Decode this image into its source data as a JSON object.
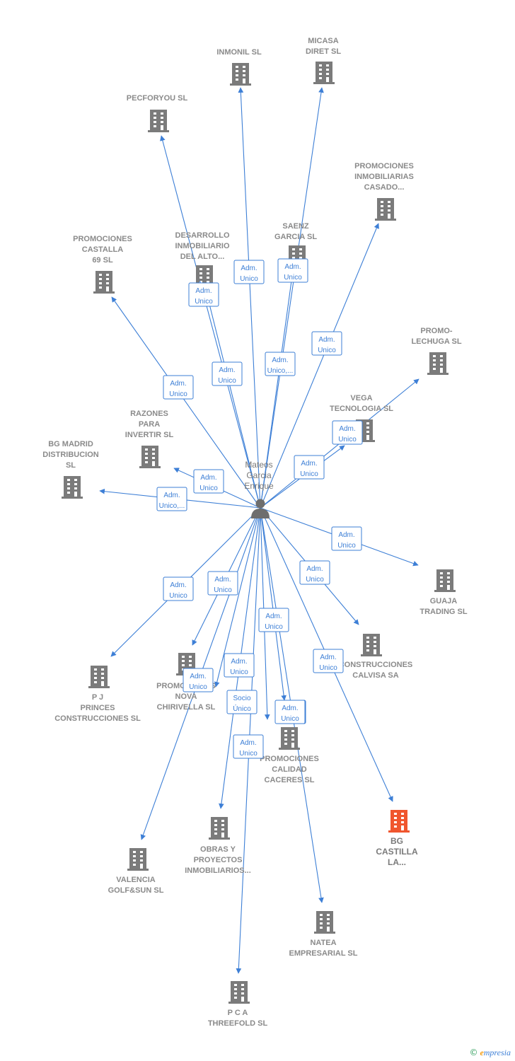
{
  "person": {
    "label": [
      "Mateos",
      "Garcia",
      "Enrique"
    ]
  },
  "colors": {
    "edge": "#3d7fd6",
    "building": "#7b7b7b",
    "highlight": "#f0562e"
  },
  "nodes": [
    {
      "id": "inmonil",
      "label": [
        "INMONIL SL"
      ]
    },
    {
      "id": "micasa",
      "label": [
        "MICASA",
        "DIRET SL"
      ]
    },
    {
      "id": "pecforyou",
      "label": [
        "PECFORYOU SL"
      ]
    },
    {
      "id": "promo-casado",
      "label": [
        "PROMOCIONES",
        "INMOBILIARIAS",
        "CASADO..."
      ]
    },
    {
      "id": "promo-castalla",
      "label": [
        "PROMOCIONES",
        "CASTALLA",
        "69 SL"
      ]
    },
    {
      "id": "desarrollo",
      "label": [
        "DESARROLLO",
        "INMOBILIARIO",
        "DEL ALTO..."
      ]
    },
    {
      "id": "saenz",
      "label": [
        "SAENZ",
        "GARCIA SL"
      ]
    },
    {
      "id": "promo-lechuga",
      "label": [
        "PROMO-",
        "LECHUGA SL"
      ]
    },
    {
      "id": "vega",
      "label": [
        "VEGA",
        "TECNOLOGIA SL"
      ]
    },
    {
      "id": "razones",
      "label": [
        "RAZONES",
        "PARA",
        "INVERTIR SL"
      ]
    },
    {
      "id": "bg-madrid",
      "label": [
        "BG MADRID",
        "DISTRIBUCION",
        "SL"
      ]
    },
    {
      "id": "guaja",
      "label": [
        "GUAJA",
        "TRADING  SL"
      ]
    },
    {
      "id": "calvisa",
      "label": [
        "CONSTRUCCIONES",
        "CALVISA SA"
      ]
    },
    {
      "id": "pj",
      "label": [
        "P J",
        "PRINCES",
        "CONSTRUCCIONES SL"
      ]
    },
    {
      "id": "nova",
      "label": [
        "PROMOCIONES",
        "NOVA",
        "CHIRIVELLA SL"
      ]
    },
    {
      "id": "caceres",
      "label": [
        "PROMOCIONES",
        "CALIDAD",
        "CACERES SL"
      ]
    },
    {
      "id": "bg-castilla",
      "label": [
        "BG",
        "CASTILLA",
        "LA..."
      ],
      "highlight": true
    },
    {
      "id": "obras",
      "label": [
        "OBRAS Y",
        "PROYECTOS",
        "INMOBILIARIOS..."
      ]
    },
    {
      "id": "valencia",
      "label": [
        "VALENCIA",
        "GOLF&SUN SL"
      ]
    },
    {
      "id": "natea",
      "label": [
        "NATEA",
        "EMPRESARIAL SL"
      ]
    },
    {
      "id": "pca",
      "label": [
        "P C A",
        "THREEFOLD SL"
      ]
    }
  ],
  "edges": [
    {
      "target": "inmonil",
      "label": [
        "Adm.",
        "Unico"
      ]
    },
    {
      "target": "micasa",
      "label": [
        "Adm.",
        "Unico"
      ]
    },
    {
      "target": "pecforyou",
      "label": [
        "Adm.",
        "Unico"
      ]
    },
    {
      "target": "promo-casado",
      "label": [
        "Adm.",
        "Unico"
      ]
    },
    {
      "target": "promo-castalla",
      "label": [
        "Adm.",
        "Unico"
      ]
    },
    {
      "target": "desarrollo",
      "label": [
        "Adm.",
        "Unico"
      ]
    },
    {
      "target": "saenz",
      "label": [
        "Adm.",
        "Unico,..."
      ]
    },
    {
      "target": "promo-lechuga",
      "label": [
        "Adm.",
        "Unico"
      ]
    },
    {
      "target": "vega",
      "label": [
        "Adm.",
        "Unico"
      ]
    },
    {
      "target": "razones",
      "label": [
        "Adm.",
        "Unico"
      ]
    },
    {
      "target": "bg-madrid",
      "label": [
        "Adm.",
        "Unico,..."
      ]
    },
    {
      "target": "guaja",
      "label": [
        "Adm.",
        "Unico"
      ]
    },
    {
      "target": "calvisa",
      "label": [
        "Adm.",
        "Unico"
      ]
    },
    {
      "target": "pj",
      "label": [
        "Adm.",
        "Unico"
      ]
    },
    {
      "target": "nova",
      "label": [
        "Adm.",
        "Unico"
      ]
    },
    {
      "target": "nova",
      "label": [
        "Adm.",
        "Unico"
      ]
    },
    {
      "target": "caceres",
      "label": [
        "Socio",
        "Único"
      ]
    },
    {
      "target": "caceres",
      "label": [
        "Adm.",
        "Unico"
      ]
    },
    {
      "target": "bg-castilla",
      "label": [
        "Adm.",
        "Unico"
      ]
    },
    {
      "target": "obras",
      "label": [
        "Adm.",
        "Unico"
      ]
    },
    {
      "target": "valencia",
      "label": [
        "Adm.",
        "Unico"
      ]
    },
    {
      "target": "natea",
      "label": [
        "Adm.",
        "Unico"
      ]
    },
    {
      "target": "pca",
      "label": [
        "Adm.",
        "Unico"
      ]
    }
  ],
  "brand": {
    "copyright": "©",
    "initial": "e",
    "rest": "mpresia"
  }
}
